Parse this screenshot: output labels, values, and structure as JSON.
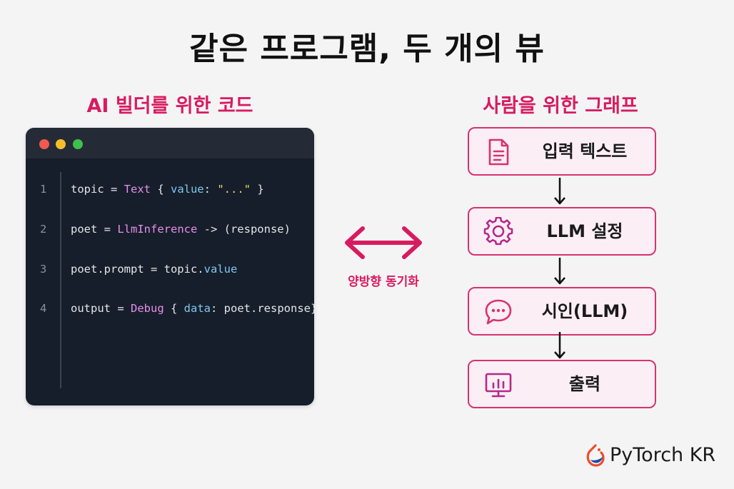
{
  "title": "같은 프로그램, 두 개의 뷰",
  "left_heading": "AI 빌더를 위한 코드",
  "right_heading": "사람을 위한 그래프",
  "code_lines": [
    {
      "num": "1",
      "tokens": [
        {
          "t": "topic = ",
          "c": "plain"
        },
        {
          "t": "Text",
          "c": "type"
        },
        {
          "t": " { ",
          "c": "plain"
        },
        {
          "t": "value",
          "c": "key"
        },
        {
          "t": ": ",
          "c": "plain"
        },
        {
          "t": "\"...\"",
          "c": "str"
        },
        {
          "t": " }",
          "c": "plain"
        }
      ]
    },
    {
      "num": "2",
      "tokens": [
        {
          "t": "poet = ",
          "c": "plain"
        },
        {
          "t": "LlmInference",
          "c": "type"
        },
        {
          "t": " -> (response)",
          "c": "plain"
        }
      ]
    },
    {
      "num": "3",
      "tokens": [
        {
          "t": "poet.prompt = topic.",
          "c": "plain"
        },
        {
          "t": "value",
          "c": "key"
        }
      ]
    },
    {
      "num": "4",
      "tokens": [
        {
          "t": "output = ",
          "c": "plain"
        },
        {
          "t": "Debug",
          "c": "type"
        },
        {
          "t": " { ",
          "c": "plain"
        },
        {
          "t": "data",
          "c": "key"
        },
        {
          "t": ": poet.response}",
          "c": "plain"
        }
      ]
    }
  ],
  "sync_label": "양방향 동기화",
  "flow": [
    {
      "label": "입력 텍스트",
      "icon": "document-icon"
    },
    {
      "label": "LLM 설정",
      "icon": "gear-icon"
    },
    {
      "label": "시인(LLM)",
      "icon": "chat-bubble-icon"
    },
    {
      "label": "출력",
      "icon": "monitor-chart-icon"
    }
  ],
  "colors": {
    "accent": "#d81b60",
    "box_fill": "#fbeef4",
    "editor_bg": "#161e2b"
  },
  "brand": "PyTorch KR"
}
